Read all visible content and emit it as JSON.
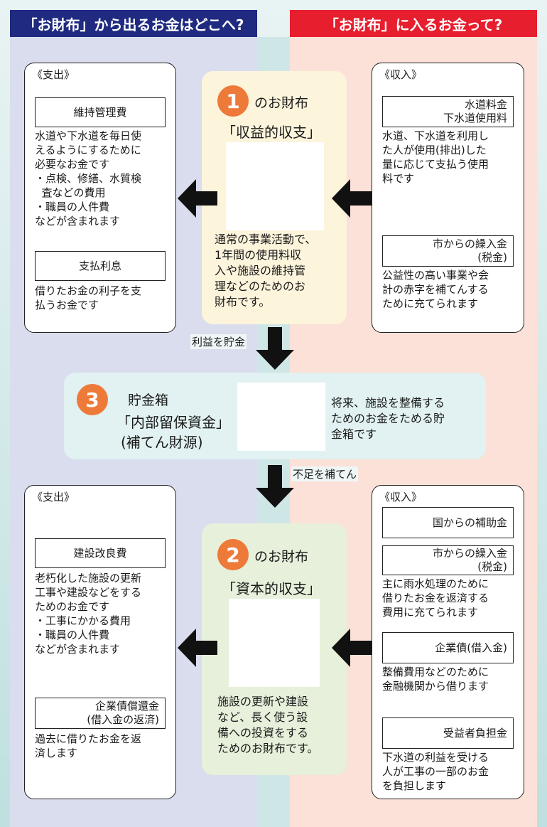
{
  "headers": {
    "left": "「お財布」から出るお金はどこへ?",
    "right": "「お財布」に入るお金って?"
  },
  "top": {
    "left_panel": {
      "corner": "《支出》",
      "items": [
        {
          "tag": "維持管理費",
          "desc": [
            "水道や下水道を毎日使",
            "えるようにするために",
            "必要なお金です",
            "・点検、修繕、水質検",
            "  査などの費用",
            "・職員の人件費",
            "などが含まれます"
          ]
        },
        {
          "tag": "支払利息",
          "desc": [
            "借りたお金の利子を支",
            "払うお金です"
          ]
        }
      ]
    },
    "right_panel": {
      "corner": "《収入》",
      "items": [
        {
          "tag_lines": [
            "水道料金",
            "下水道使用料"
          ],
          "desc": [
            "水道、下水道を利用し",
            "た人が使用(排出)した",
            "量に応じて支払う使用",
            "料です"
          ]
        },
        {
          "tag_lines": [
            "市からの繰入金",
            "(税金)"
          ],
          "desc": [
            "公益性の高い事業や会",
            "計の赤字を補てんする",
            "ために充てられます"
          ]
        }
      ]
    },
    "center": {
      "number": "1",
      "title": "のお財布",
      "name": "「収益的収支」",
      "desc": [
        "通常の事業活動で、",
        "1年間の使用料収",
        "入や施設の維持管",
        "理などのためのお",
        "財布です。"
      ]
    }
  },
  "flow1_label": "利益を貯金",
  "middle": {
    "number": "3",
    "title": "貯金箱",
    "name": "「内部留保資金」",
    "sub": "(補てん財源)",
    "desc": [
      "将来、施設を整備する",
      "ためのお金をためる貯",
      "金箱です"
    ]
  },
  "flow2_label": "不足を補てん",
  "bottom": {
    "left_panel": {
      "corner": "《支出》",
      "items": [
        {
          "tag": "建設改良費",
          "desc": [
            "老朽化した施設の更新",
            "工事や建設などをする",
            "ためのお金です",
            "・工事にかかる費用",
            "・職員の人件費",
            "などが含まれます"
          ]
        },
        {
          "tag_lines": [
            "企業債償還金",
            "(借入金の返済)"
          ],
          "desc": [
            "過去に借りたお金を返",
            "済します"
          ]
        }
      ]
    },
    "right_panel": {
      "corner": "《収入》",
      "items": [
        {
          "tag": "国からの補助金",
          "desc": []
        },
        {
          "tag_lines": [
            "市からの繰入金",
            "(税金)"
          ],
          "desc": [
            "主に雨水処理のために",
            "借りたお金を返済する",
            "費用に充てられます"
          ]
        },
        {
          "tag": "企業債(借入金)",
          "desc": [
            "整備費用などのために",
            "金融機関から借ります"
          ]
        },
        {
          "tag": "受益者負担金",
          "desc": [
            "下水道の利益を受ける",
            "人が工事の一部のお金",
            "を負担します"
          ]
        }
      ]
    },
    "center": {
      "number": "2",
      "title": "のお財布",
      "name": "「資本的収支」",
      "desc": [
        "施設の更新や建設",
        "など、長く使う設",
        "備への投資をする",
        "ためのお財布です。"
      ]
    }
  },
  "icons": {
    "arrow_left": "arrow-left-icon",
    "arrow_down": "arrow-down-icon"
  },
  "colors": {
    "left_header": "#1f2a80",
    "right_header": "#e61e2d",
    "number_badge": "#ee7a3a"
  }
}
